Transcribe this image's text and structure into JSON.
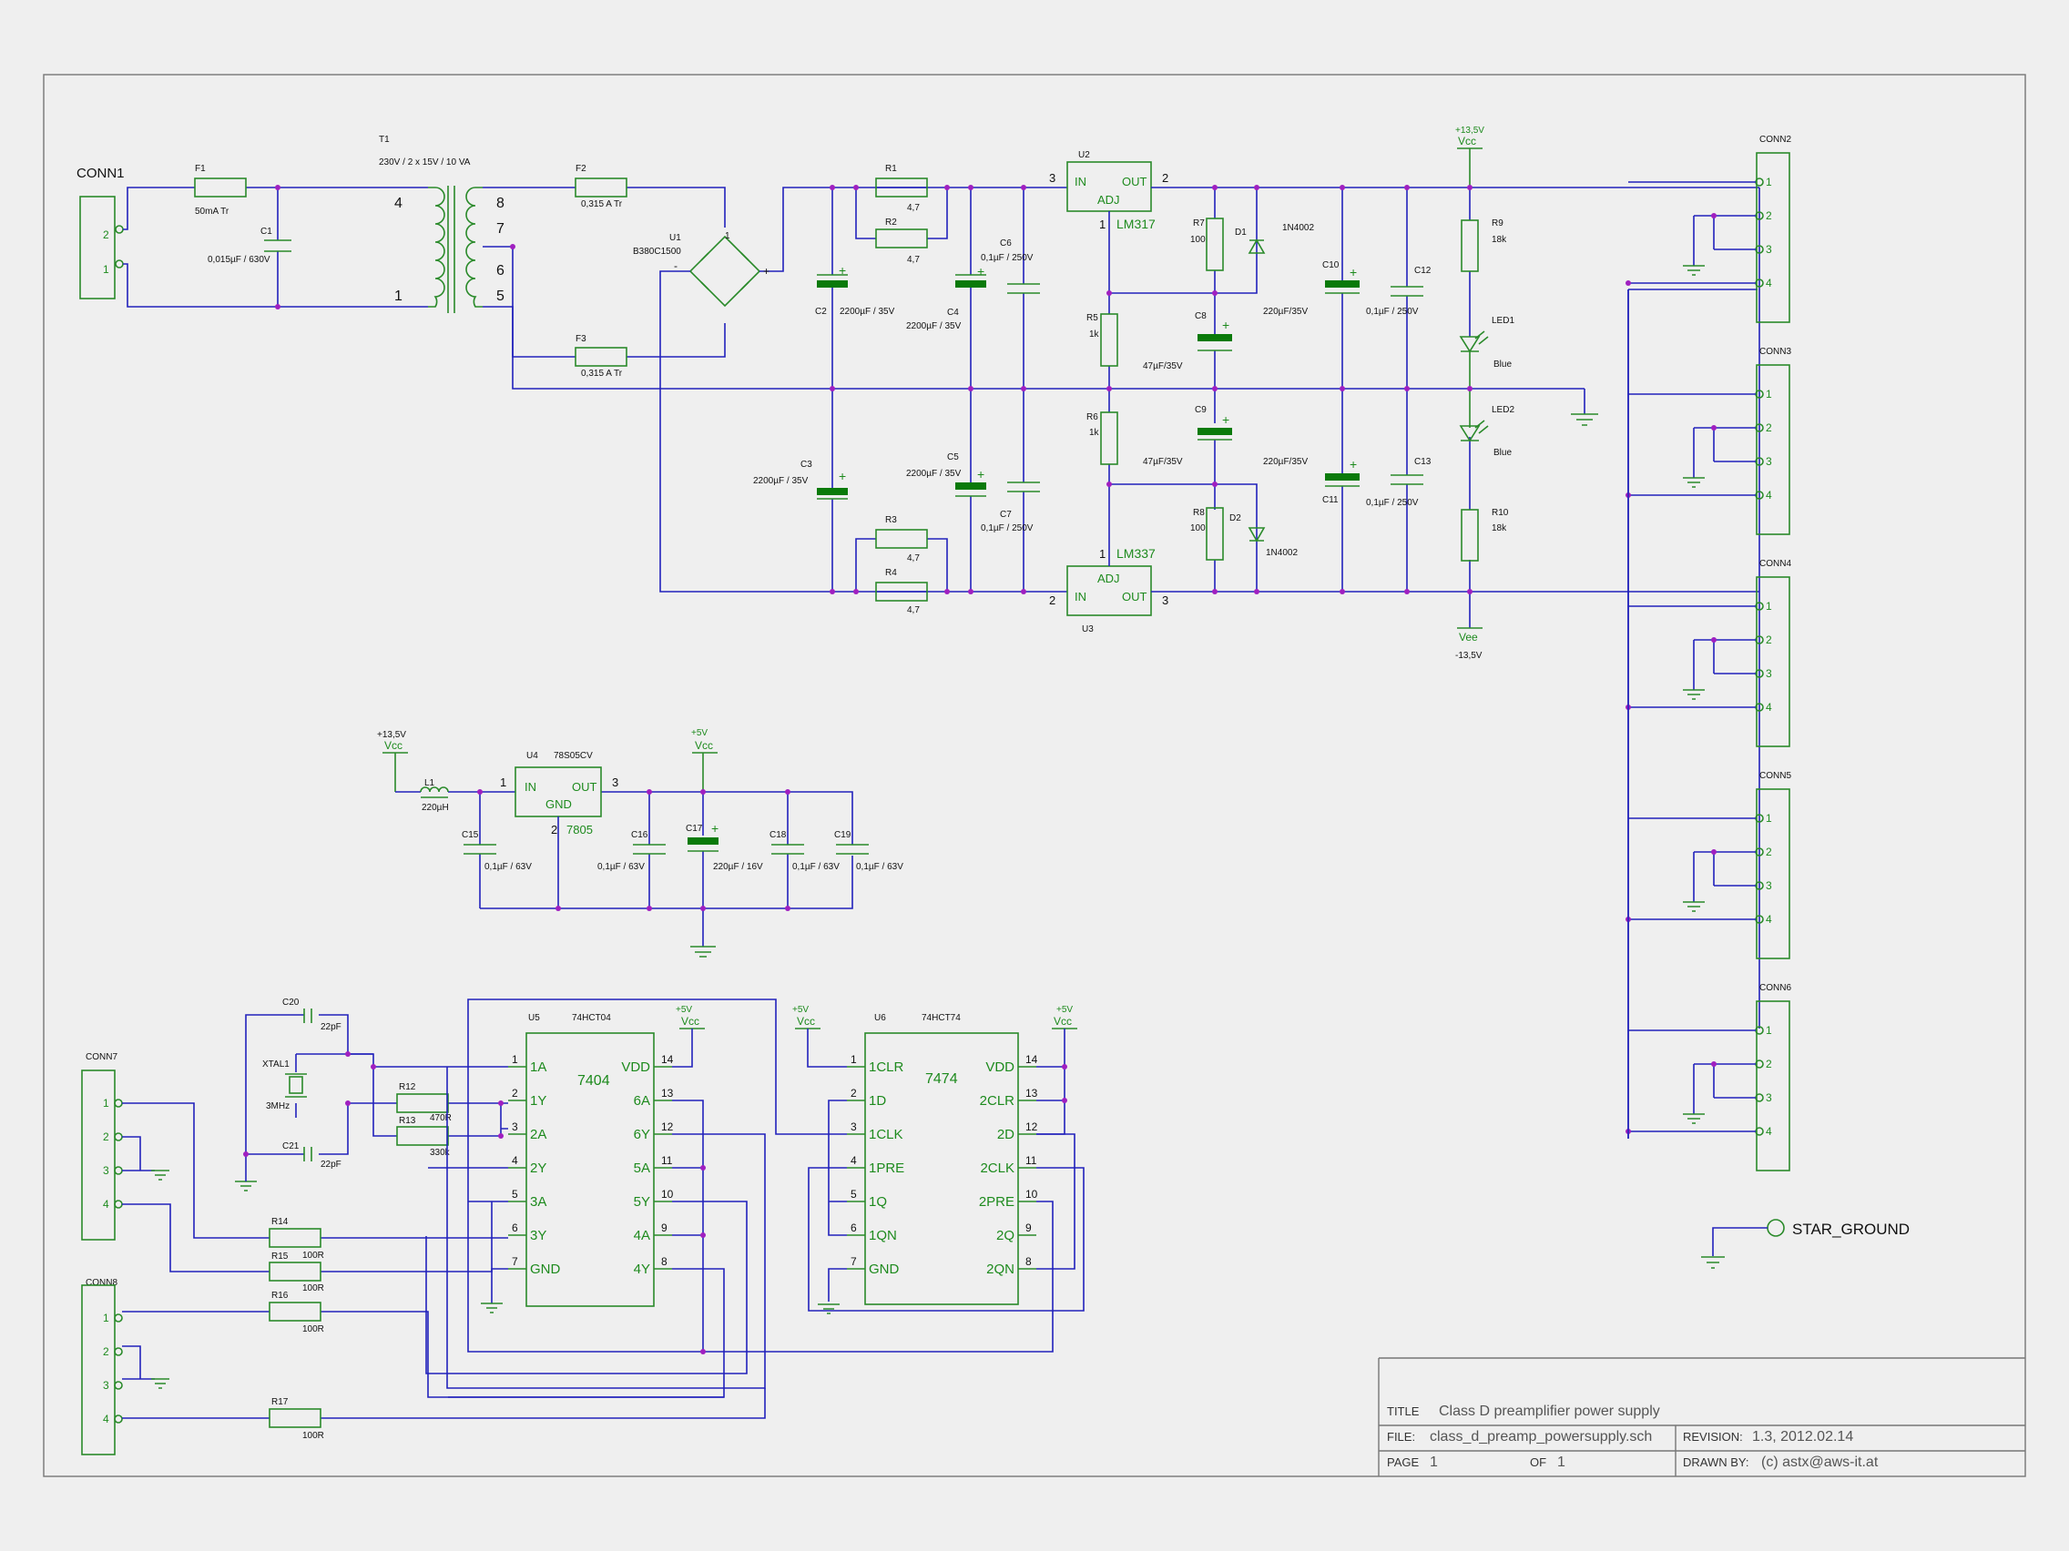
{
  "sheet": {
    "title_label": "TITLE",
    "title": "Class D preamplifier power supply",
    "file_label": "FILE:",
    "file": "class_d_preamp_powersupply.sch",
    "revision_label": "REVISION:",
    "revision": "1.3, 2012.02.14",
    "page_label": "PAGE",
    "page": "1",
    "of_label": "OF",
    "of": "1",
    "drawn_label": "DRAWN BY:",
    "drawn": "(c) astx@aws-it.at"
  },
  "power": {
    "conn1": "CONN1",
    "f1": "F1",
    "f1_val": "50mA Tr",
    "c1": "C1",
    "c1_val": "0,015µF / 630V",
    "t1": "T1",
    "t1_val": "230V / 2 x 15V / 10 VA",
    "f2": "F2",
    "f2_val": "0,315 A Tr",
    "f3": "F3",
    "f3_val": "0,315 A Tr",
    "u1": "U1",
    "u1_val": "B380C1500",
    "c2": "C2",
    "c2_val": "2200µF / 35V",
    "c3": "C3",
    "c3_val": "2200µF / 35V",
    "c4": "C4",
    "c4_val": "2200µF / 35V",
    "c5": "C5",
    "c5_val": "2200µF / 35V",
    "c6": "C6",
    "c6_val": "0,1µF / 250V",
    "c7": "C7",
    "c7_val": "0,1µF / 250V",
    "r1": "R1",
    "r2": "R2",
    "r3": "R3",
    "r4": "R4",
    "r_val": "4,7",
    "u2": "U2",
    "u2_part": "LM317",
    "u3": "U3",
    "u3_part": "LM337",
    "in": "IN",
    "out": "OUT",
    "adj": "ADJ",
    "r5": "R5",
    "r6": "R6",
    "r56_val": "1k",
    "r7": "R7",
    "r8": "R8",
    "r78_val": "100",
    "d1": "D1",
    "d2": "D2",
    "d_val": "1N4002",
    "c8": "C8",
    "c9": "C9",
    "c89_val": "47µF/35V",
    "c10": "C10",
    "c11": "C11",
    "c1011_val": "220µF/35V",
    "c12": "C12",
    "c13": "C13",
    "c1213_val": "0,1µF / 250V",
    "r9": "R9",
    "r10": "R10",
    "r910_val": "18k",
    "led1": "LED1",
    "led2": "LED2",
    "led_val": "Blue",
    "vcc_v": "+13,5V",
    "vcc": "Vcc",
    "vee": "Vee",
    "vee_v": "-13,5V",
    "pin1": "1",
    "pin2": "2",
    "pin3": "3",
    "pin4": "4",
    "pin5": "5",
    "pin6": "6",
    "pin7": "7",
    "pin8": "8"
  },
  "connectors": [
    {
      "name": "CONN2"
    },
    {
      "name": "CONN3"
    },
    {
      "name": "CONN4"
    },
    {
      "name": "CONN5"
    },
    {
      "name": "CONN6"
    }
  ],
  "star_ground": "STAR_GROUND",
  "reg5": {
    "vcc_v": "+13,5V",
    "vcc": "Vcc",
    "l1": "L1",
    "l1_val": "220µH",
    "u4": "U4",
    "u4_val": "78S05CV",
    "u4_part": "7805",
    "in": "IN",
    "out": "OUT",
    "gnd": "GND",
    "v5": "+5V",
    "vcc2": "Vcc",
    "c15": "C15",
    "c15_val": "0,1µF / 63V",
    "c16": "C16",
    "c16_val": "0,1µF / 63V",
    "c17": "C17",
    "c17_val": "220µF / 16V",
    "c18": "C18",
    "c18_val": "0,1µF / 63V",
    "c19": "C19",
    "c19_val": "0,1µF / 63V"
  },
  "clock": {
    "c20": "C20",
    "c20_val": "22pF",
    "c21": "C21",
    "c21_val": "22pF",
    "xtal": "XTAL1",
    "xtal_val": "3MHz",
    "r12": "R12",
    "r12_val": "470R",
    "r13": "R13",
    "r13_val": "330k",
    "u5": "U5",
    "u5_val": "74HCT04",
    "u5_part": "7404",
    "u5_left": [
      [
        "1",
        "1A"
      ],
      [
        "2",
        "1Y"
      ],
      [
        "3",
        "2A"
      ],
      [
        "4",
        "2Y"
      ],
      [
        "5",
        "3A"
      ],
      [
        "6",
        "3Y"
      ],
      [
        "7",
        "GND"
      ]
    ],
    "u5_right": [
      [
        "14",
        "VDD"
      ],
      [
        "13",
        "6A"
      ],
      [
        "12",
        "6Y"
      ],
      [
        "11",
        "5A"
      ],
      [
        "10",
        "5Y"
      ],
      [
        "9",
        "4A"
      ],
      [
        "8",
        "4Y"
      ]
    ],
    "u6": "U6",
    "u6_val": "74HCT74",
    "u6_part": "7474",
    "u6_left": [
      [
        "1",
        "1CLR"
      ],
      [
        "2",
        "1D"
      ],
      [
        "3",
        "1CLK"
      ],
      [
        "4",
        "1PRE"
      ],
      [
        "5",
        "1Q"
      ],
      [
        "6",
        "1QN"
      ],
      [
        "7",
        "GND"
      ]
    ],
    "u6_right": [
      [
        "14",
        "VDD"
      ],
      [
        "13",
        "2CLR"
      ],
      [
        "12",
        "2D"
      ],
      [
        "11",
        "2CLK"
      ],
      [
        "10",
        "2PRE"
      ],
      [
        "9",
        "2Q"
      ],
      [
        "8",
        "2QN"
      ]
    ],
    "v5": "+5V",
    "vcc": "Vcc",
    "conn7": "CONN7",
    "conn8": "CONN8",
    "r14": "R14",
    "r15": "R15",
    "r16": "R16",
    "r17": "R17",
    "r_val": "100R"
  }
}
